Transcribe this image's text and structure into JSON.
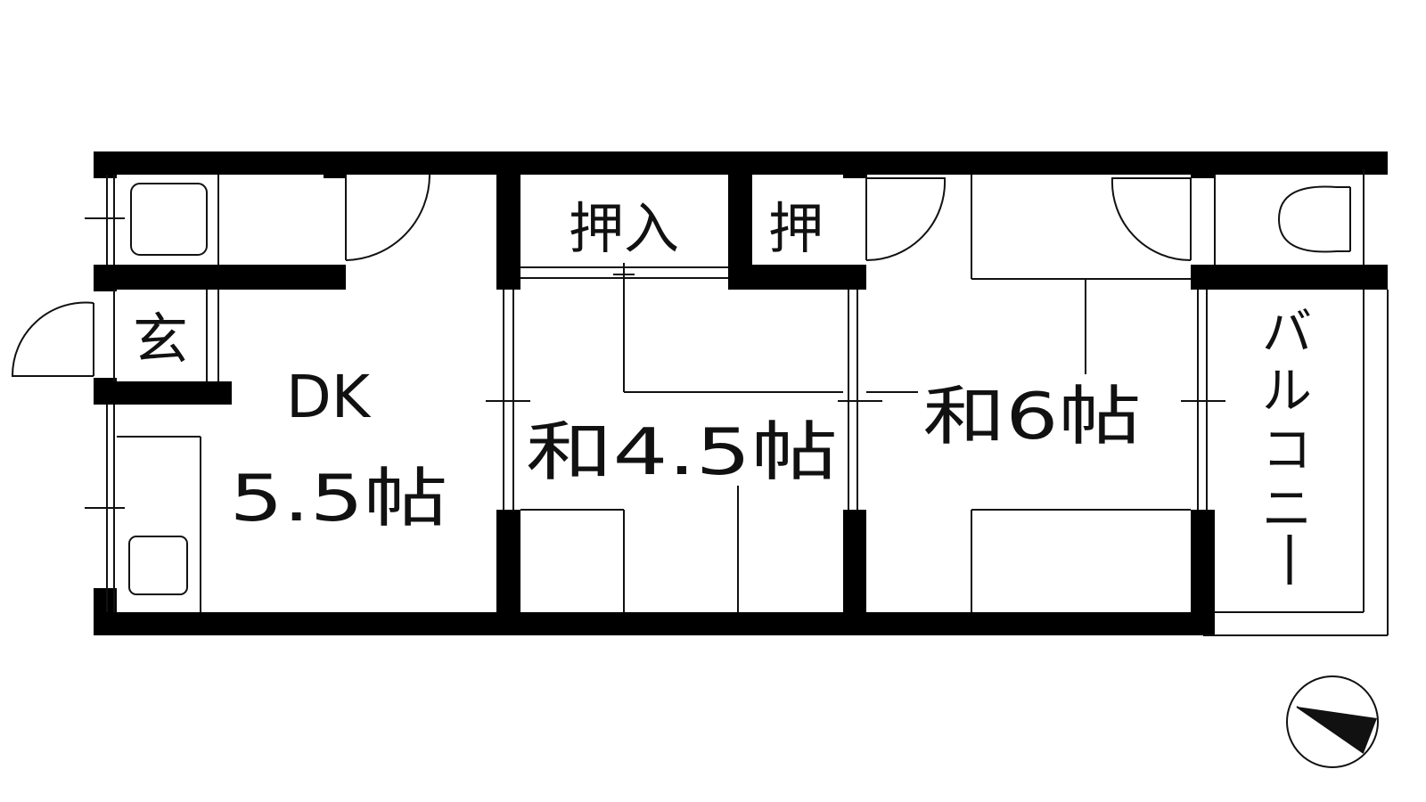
{
  "floorplan": {
    "rooms": {
      "dk": {
        "name": "DK",
        "size": "5.5帖"
      },
      "washitsu_small": {
        "label": "和4.5帖"
      },
      "washitsu_large": {
        "label": "和6帖"
      },
      "genkan": {
        "label": "玄"
      },
      "oshiire": {
        "label": "押入"
      },
      "oshi": {
        "label": "押"
      },
      "balcony": {
        "chars": [
          "バ",
          "ル",
          "コ",
          "ニ",
          "ー"
        ]
      }
    },
    "compass": {
      "icon": "north-arrow-icon"
    },
    "colors": {
      "wall": "#000000",
      "line": "#111111",
      "background": "#ffffff"
    }
  }
}
